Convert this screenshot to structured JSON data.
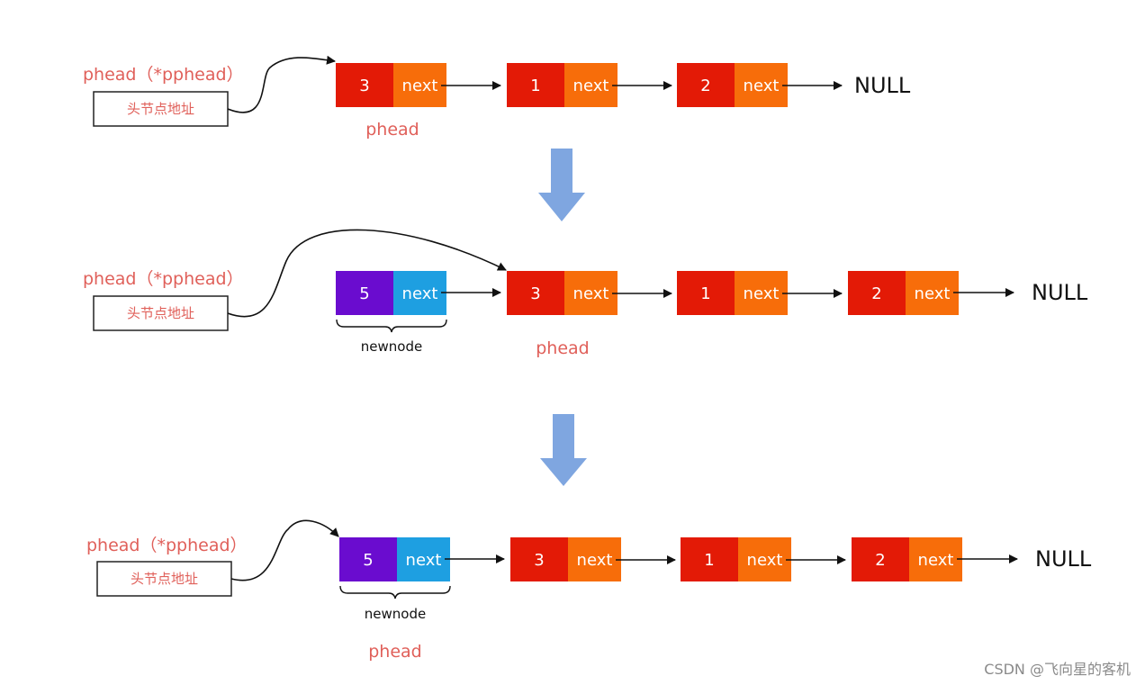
{
  "colors": {
    "node_red": "#e31a06",
    "next_orange": "#f76d0a",
    "new_purple": "#6a0ccf",
    "new_blue": "#1e9fe1",
    "label_red": "#e0605a",
    "down_arrow": "#7fa6e0"
  },
  "pointer_label": "phead（*pphead）",
  "head_box_label": "头节点地址",
  "next_label": "next",
  "null_label": "NULL",
  "newnode_label": "newnode",
  "phead_label": "phead",
  "watermark": "CSDN @飞向星的客机",
  "stage1": {
    "nodes": [
      "3",
      "1",
      "2"
    ]
  },
  "stage2": {
    "new_node": "5",
    "nodes": [
      "3",
      "1",
      "2"
    ]
  },
  "stage3": {
    "new_node": "5",
    "nodes": [
      "3",
      "1",
      "2"
    ]
  }
}
